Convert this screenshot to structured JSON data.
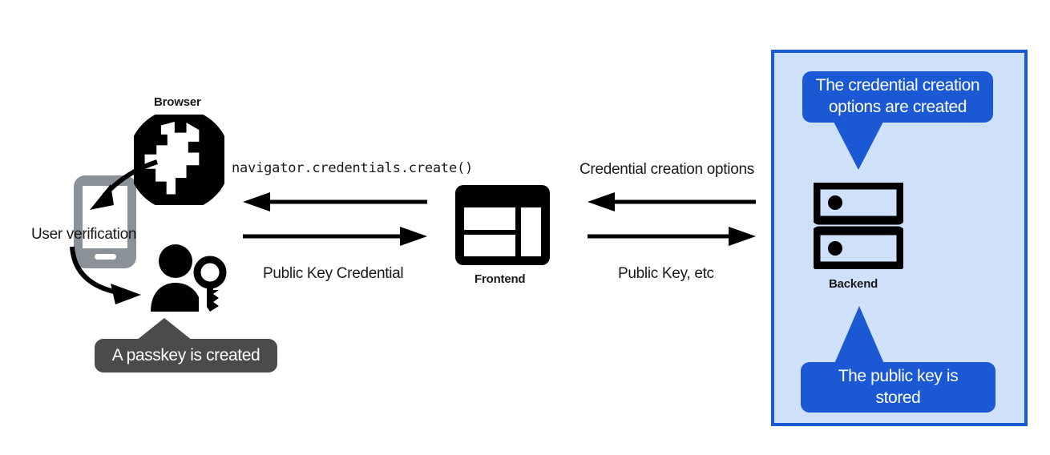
{
  "diagram": {
    "title_alt": "Passkey registration flow",
    "colors": {
      "panel_fill": "#cfe0fb",
      "panel_border": "#1a5ad0",
      "tooltip_blue": "#1a58d4",
      "tooltip_gray": "#4b4b4b",
      "ink": "#000000",
      "phone_gray": "#8b9199",
      "background": "#ffffff"
    }
  },
  "client": {
    "browser_label": "Browser",
    "browser_icon": "globe-icon",
    "phone_icon": "mobile-phone-icon",
    "user_key_icon": "user-with-key-icon",
    "user_verification_label": "User verification",
    "passkey_tooltip": "A passkey is created",
    "arrow_verify_icon": "curved-arrow-to-phone-icon",
    "arrow_passkey_icon": "curved-arrow-to-user-icon"
  },
  "frontend": {
    "label": "Frontend",
    "icon": "web-layout-icon"
  },
  "backend": {
    "label": "Backend",
    "icon": "server-rack-icon",
    "tooltip_top": "The credential creation options are created",
    "tooltip_top_lines": [
      "The credential creation",
      "options are created"
    ],
    "tooltip_bottom": "The public key is stored",
    "tooltip_bottom_lines": [
      "The public key is",
      "stored"
    ]
  },
  "flows": {
    "left_pair": {
      "top_label": "navigator.credentials.create()",
      "top_direction": "left",
      "bottom_label": "Public Key Credential",
      "bottom_direction": "right"
    },
    "right_pair": {
      "top_label": "Credential creation options",
      "top_direction": "left",
      "bottom_label": "Public Key, etc",
      "bottom_direction": "right"
    }
  }
}
